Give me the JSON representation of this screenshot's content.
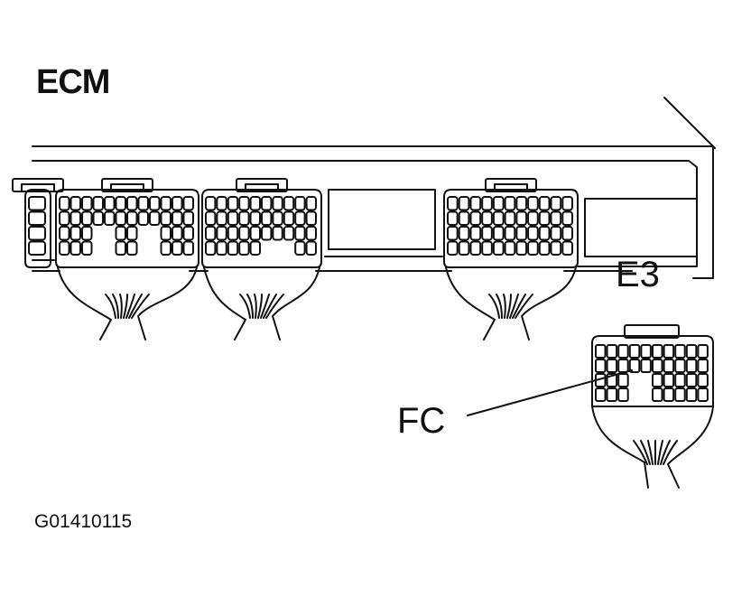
{
  "labels": {
    "module": "ECM",
    "connector": "E3",
    "terminal": "FC",
    "figure_code": "G01410115"
  },
  "colors": {
    "ink": "#111111",
    "paper": "#ffffff"
  }
}
